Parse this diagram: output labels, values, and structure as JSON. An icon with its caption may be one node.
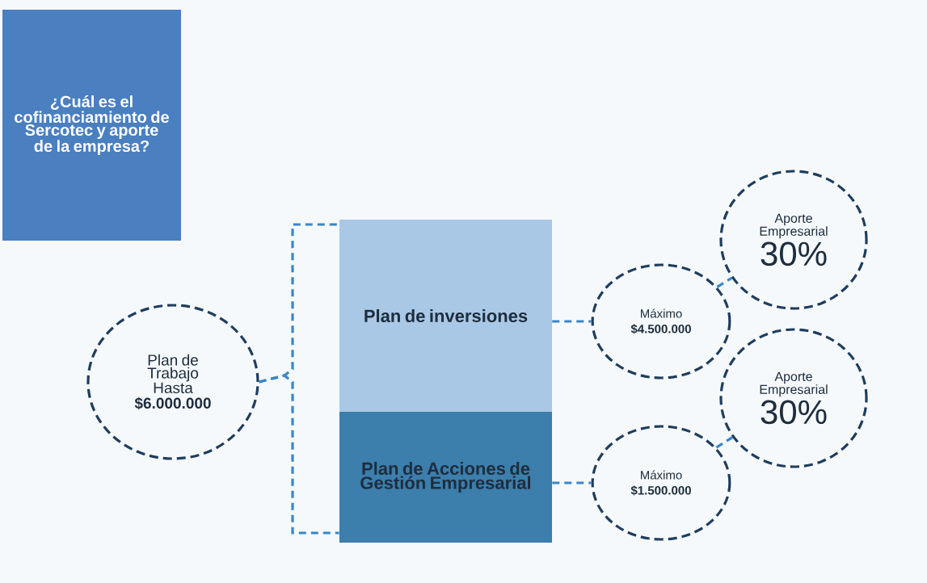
{
  "diagram": {
    "nodes": [
      {
        "text": [
          "¿Cuál es el cofinanciamiento de Sercotec y aporte de la empresa?"
        ]
      },
      {
        "text": [
          "Plan de Trabajo Hasta",
          "$6.000.000"
        ]
      },
      {
        "text": [
          "Plan de inversiones"
        ]
      },
      {
        "text": [
          "Plan de Acciones de Gestión Empresarial"
        ]
      },
      {
        "text": [
          "Máximo",
          "$4.500.000"
        ]
      },
      {
        "text": [
          "Máximo",
          "$1.500.000"
        ]
      },
      {
        "text": [
          "Aporte Empresarial",
          "30%"
        ]
      },
      {
        "text": [
          "Aporte Empresarial",
          "30%"
        ]
      }
    ],
    "edges": [
      {
        "from": 1,
        "to": 2,
        "arrow": "none",
        "style": "dashed"
      },
      {
        "from": 1,
        "to": 3,
        "arrow": "none",
        "style": "dashed"
      },
      {
        "from": 2,
        "to": 4,
        "arrow": "none",
        "style": "dashed"
      },
      {
        "from": 3,
        "to": 5,
        "arrow": "none",
        "style": "dashed"
      },
      {
        "from": 4,
        "to": 6,
        "arrow": "none",
        "style": "dashed"
      },
      {
        "from": 5,
        "to": 7,
        "arrow": "none",
        "style": "dashed"
      }
    ]
  }
}
